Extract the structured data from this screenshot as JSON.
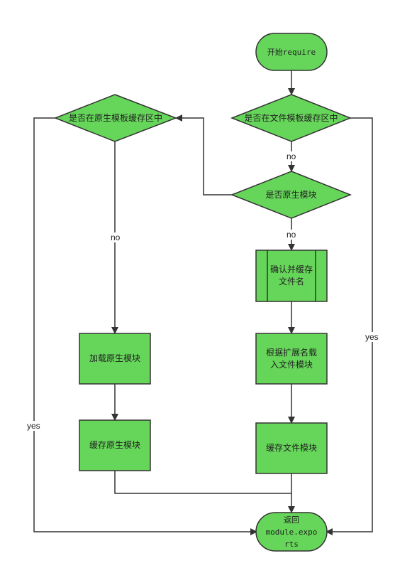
{
  "nodes": {
    "start": "开始require",
    "check_file_cache": "是否在文件模板缓存区中",
    "check_native_cache": "是否在原生模板缓存区中",
    "is_native": "是否原生模块",
    "resolve_filename": "确认并缓存\n文件名",
    "load_native": "加载原生模块",
    "load_by_ext": "根据扩展名载\n入文件模块",
    "cache_native": "缓存原生模块",
    "cache_file": "缓存文件模块",
    "return_exports": "返回\nmodule.expo\nrts"
  },
  "edge_labels": {
    "file_cache_no": "no",
    "is_native_no": "no",
    "native_cache_no": "no",
    "file_cache_yes": "yes",
    "native_cache_yes": "yes"
  },
  "colors": {
    "fill": "#66d65a",
    "stroke": "#333333",
    "edge": "#333333"
  }
}
